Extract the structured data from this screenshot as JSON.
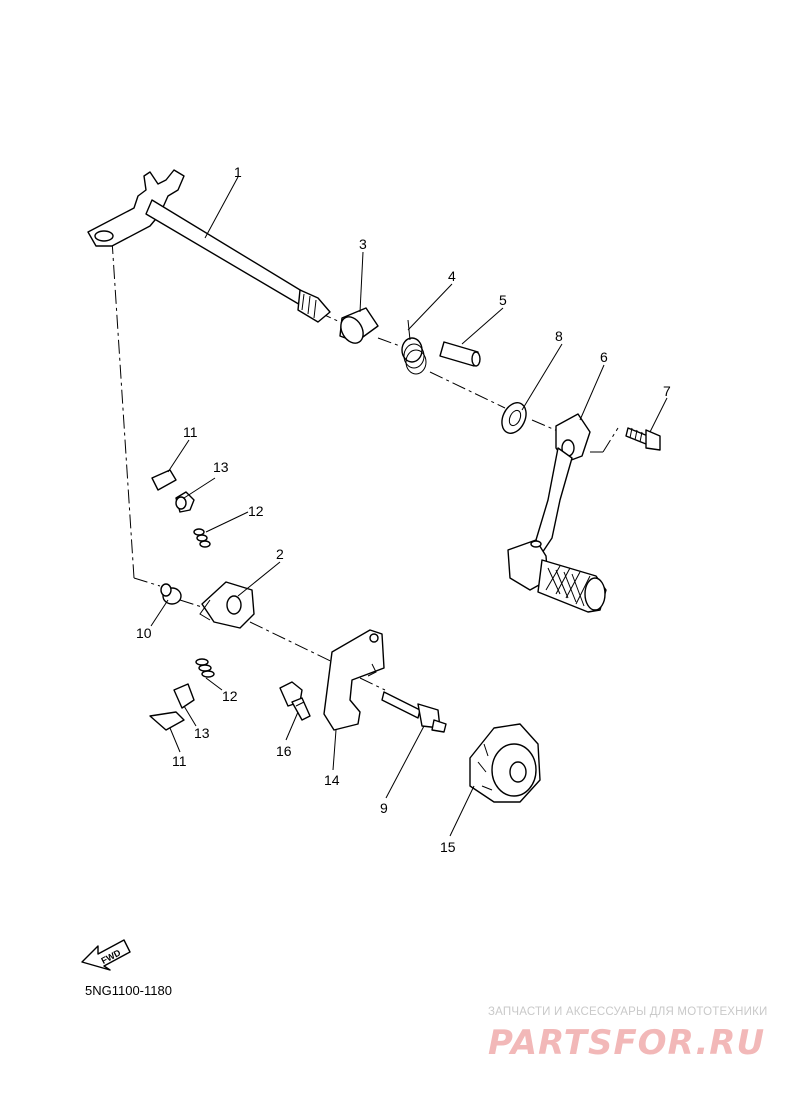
{
  "diagram": {
    "code": "5NG1100-1180",
    "fwd_label": "FWD",
    "callouts": [
      {
        "id": "c1",
        "text": "1"
      },
      {
        "id": "c2",
        "text": "2"
      },
      {
        "id": "c3",
        "text": "3"
      },
      {
        "id": "c4",
        "text": "4"
      },
      {
        "id": "c5",
        "text": "5"
      },
      {
        "id": "c6",
        "text": "6"
      },
      {
        "id": "c7",
        "text": "7"
      },
      {
        "id": "c8",
        "text": "8"
      },
      {
        "id": "c9",
        "text": "9"
      },
      {
        "id": "c10",
        "text": "10"
      },
      {
        "id": "c11a",
        "text": "11"
      },
      {
        "id": "c11b",
        "text": "11"
      },
      {
        "id": "c12a",
        "text": "12"
      },
      {
        "id": "c12b",
        "text": "12"
      },
      {
        "id": "c13a",
        "text": "13"
      },
      {
        "id": "c13b",
        "text": "13"
      },
      {
        "id": "c14",
        "text": "14"
      },
      {
        "id": "c15",
        "text": "15"
      },
      {
        "id": "c16",
        "text": "16"
      }
    ]
  },
  "watermark": {
    "caption": "ЗАПЧАСТИ И АКСЕССУАРЫ ДЛЯ МОТОТЕХНИКИ",
    "logo": "PARTSFOR.RU",
    "logo_color": "#f2b8b8"
  }
}
